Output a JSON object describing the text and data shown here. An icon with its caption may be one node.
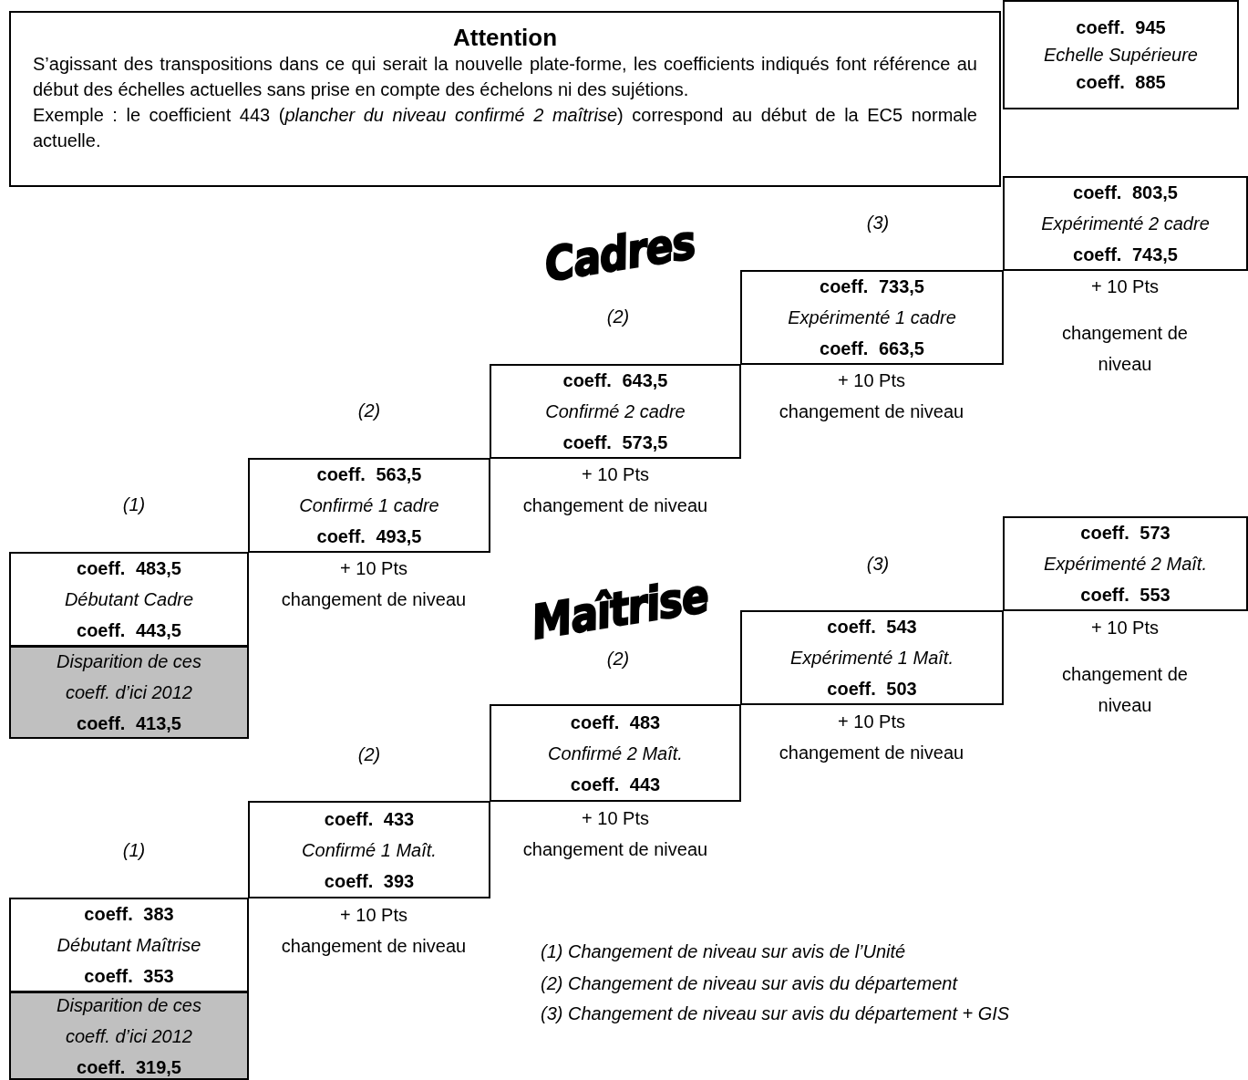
{
  "diagram": {
    "nodes": [
      {
        "text": [
          "Attention",
          "S’agissant des transpositions dans ce qui serait la nouvelle plate-forme, les coefficients indiqués font référence au début des échelles actuelles sans prise en compte des échelons ni des sujétions.",
          "Exemple : le coefficient 443 (*plancher du niveau confirmé 2 maîtrise*) correspond au début de la EC5 normale actuelle."
        ]
      },
      {
        "text": [
          "coeff. 945",
          "Echelle Supérieure",
          "coeff. 885"
        ]
      },
      {
        "text": [
          "coeff. 803,5",
          "Expérimenté 2 cadre",
          "coeff. 743,5"
        ]
      },
      {
        "text": [
          "coeff. 733,5",
          "Expérimenté 1 cadre",
          "coeff. 663,5"
        ]
      },
      {
        "text": [
          "coeff. 643,5",
          "Confirmé 2 cadre",
          "coeff. 573,5"
        ]
      },
      {
        "text": [
          "coeff. 563,5",
          "Confirmé 1 cadre",
          "coeff. 493,5"
        ]
      },
      {
        "text": [
          "coeff. 483,5",
          "Débutant Cadre",
          "coeff. 443,5"
        ]
      },
      {
        "text": [
          "Disparition de ces coeff. d’ici 2012",
          "coeff. 413,5"
        ]
      },
      {
        "text": [
          "coeff. 573",
          "Expérimenté 2 Maît.",
          "coeff. 553"
        ]
      },
      {
        "text": [
          "coeff. 543",
          "Expérimenté 1 Maît.",
          "coeff. 503"
        ]
      },
      {
        "text": [
          "coeff. 483",
          "Confirmé 2 Maît.",
          "coeff. 443"
        ]
      },
      {
        "text": [
          "coeff. 433",
          "Confirmé 1 Maît.",
          "coeff. 393"
        ]
      },
      {
        "text": [
          "coeff. 383",
          "Débutant Maîtrise",
          "coeff. 353"
        ]
      },
      {
        "text": [
          "Disparition de ces coeff. d’ici 2012",
          "coeff. 319,5"
        ]
      }
    ],
    "labels": [
      "(3)",
      "Cadres",
      "(2)",
      "+ 10 Pts",
      "changement de niveau",
      "(2)",
      "+ 10 Pts",
      "changement de niveau",
      "(1)",
      "+ 10 Pts",
      "changement de niveau",
      "+ 10 Pts",
      "changement de niveau",
      "(3)",
      "Maîtrise",
      "+ 10 Pts",
      "changement de niveau",
      "(2)",
      "+ 10 Pts",
      "changement de niveau",
      "(2)",
      "+ 10 Pts",
      "changement de niveau",
      "(1)",
      "+ 10 Pts",
      "changement de niveau",
      "(1) Changement de niveau sur avis de l’Unité",
      "(2) Changement de niveau sur avis du département",
      "(3) Changement de niveau sur avis du département + GIS"
    ]
  }
}
